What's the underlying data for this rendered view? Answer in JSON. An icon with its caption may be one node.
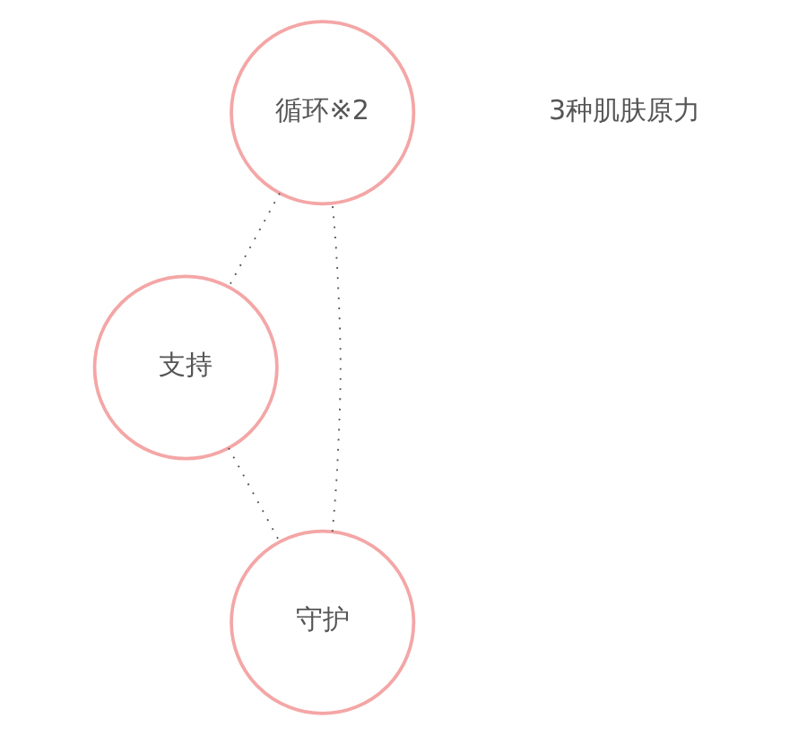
{
  "diagram": {
    "nodes": [
      {
        "text": [
          "循环※2"
        ]
      },
      {
        "text": [
          "支持"
        ]
      },
      {
        "text": [
          "守护"
        ]
      }
    ],
    "edges": [
      {
        "from": 0,
        "to": 1,
        "arrow": "none",
        "style": "dashed"
      },
      {
        "from": 1,
        "to": 2,
        "arrow": "none",
        "style": "dashed"
      },
      {
        "from": 2,
        "to": 0,
        "arrow": "none",
        "style": "dashed"
      }
    ],
    "labels": [
      "3种肌肤原力"
    ]
  }
}
